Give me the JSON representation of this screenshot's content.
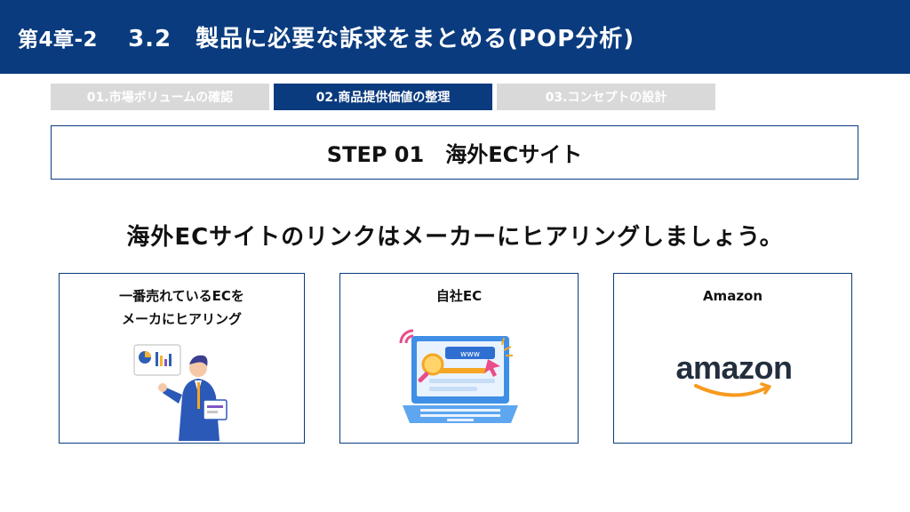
{
  "header": {
    "chapter": "第4章-2",
    "title": "3.2　製品に必要な訴求をまとめる(POP分析)"
  },
  "steps": [
    {
      "label": "01.市場ボリュームの確認"
    },
    {
      "label": "02.商品提供価値の整理"
    },
    {
      "label": "03.コンセプトの設計"
    }
  ],
  "step_title": "STEP 01　海外ECサイト",
  "headline": "海外ECサイトのリンクはメーカーにヒアリングしましょう。",
  "cards": [
    {
      "line1": "一番売れているECを",
      "line2": "メーカにヒアリング"
    },
    {
      "line1": "自社EC"
    },
    {
      "line1": "Amazon",
      "logo_text": "amazon"
    }
  ],
  "illustration_labels": {
    "www": "www"
  },
  "colors": {
    "navy": "#0a3b7e",
    "inactive_tab": "#d9d9d9",
    "amazon_orange": "#f79a1e",
    "amazon_text": "#232f3e"
  }
}
